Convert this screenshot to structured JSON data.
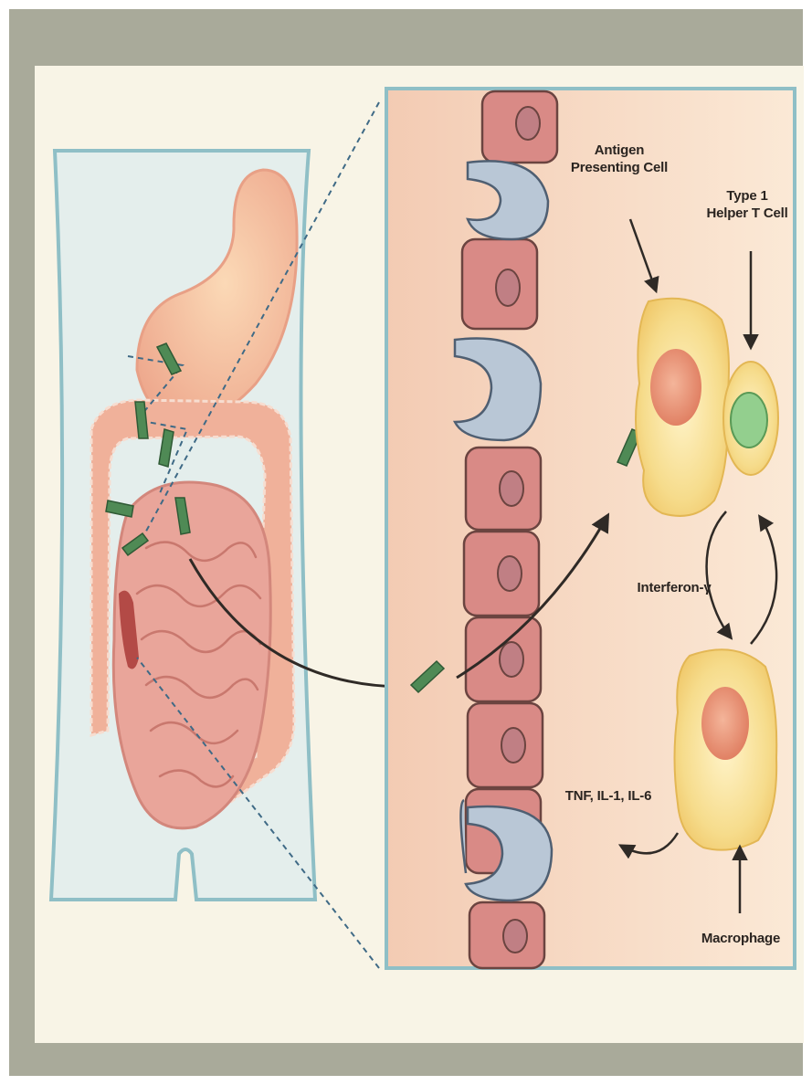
{
  "labels": {
    "antigen_presenting_cell": "Antigen\nPresenting Cell",
    "helper_t_cell": "Type 1\nHelper T Cell",
    "interferon": "Interferon-γ",
    "cytokines": "TNF, IL-1, IL-6",
    "macrophage": "Macrophage"
  },
  "colors": {
    "frame": "#a9aa9a",
    "background": "#f8f4e6",
    "outline": "#8fbfc6",
    "epithelial_cell": "#d98a86",
    "goblet_cell": "#b9c7d6",
    "bacteria": "#4f8a55",
    "cell_body": "#f6dc8c",
    "nucleus": "#e98f6e",
    "t_cell_nucleus": "#93cf8e",
    "intestine": "#e9a59a"
  }
}
